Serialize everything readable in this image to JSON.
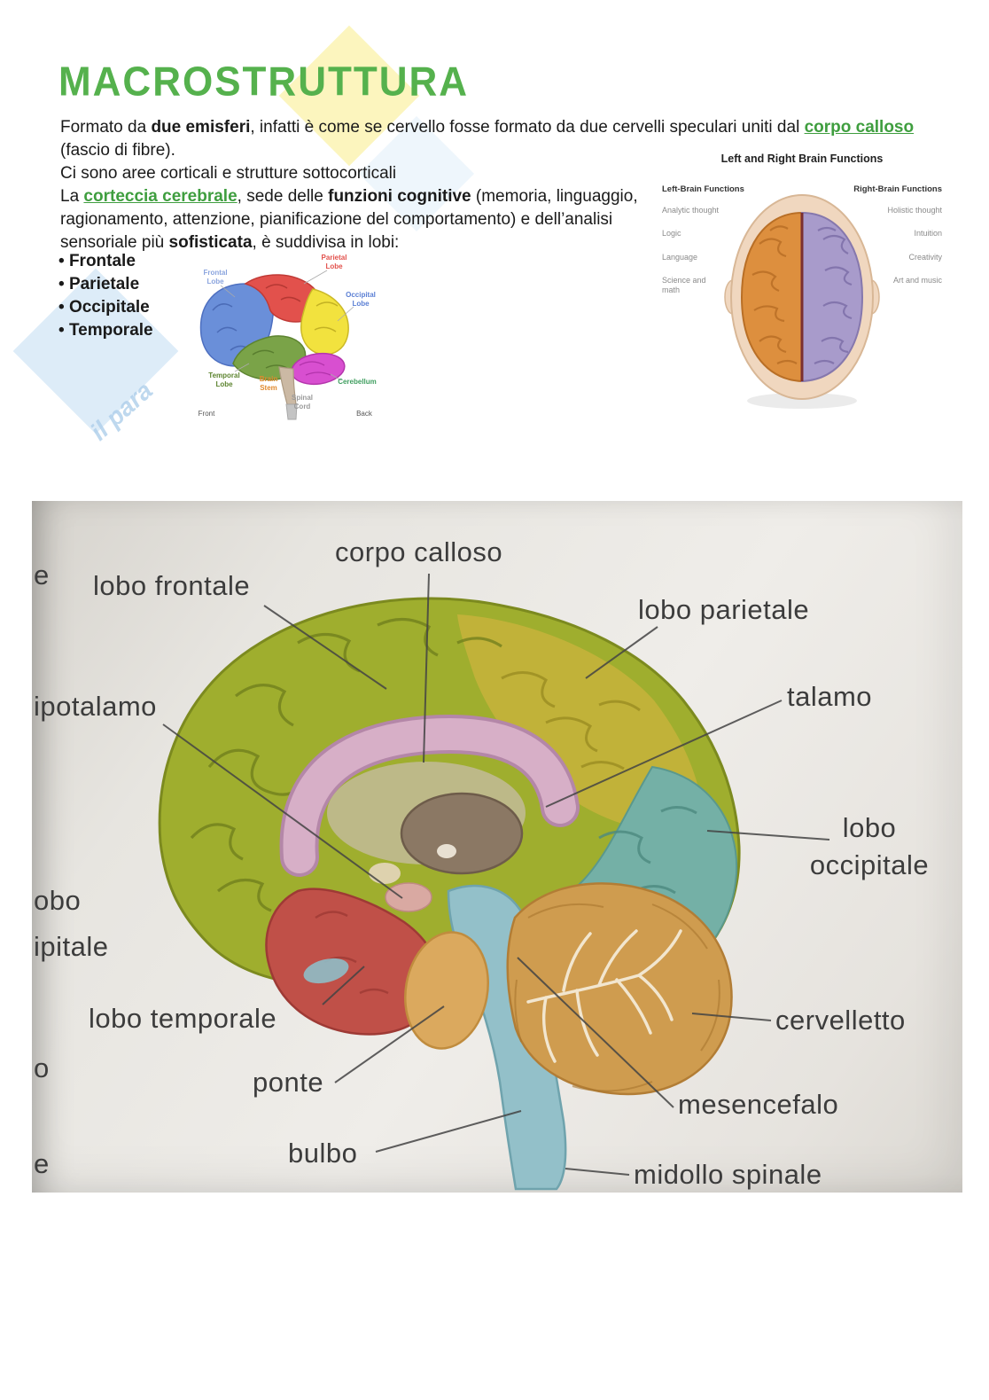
{
  "header": {
    "title": "MACROSTRUTTURA"
  },
  "watermark": {
    "diagonal_text": "il para"
  },
  "colors": {
    "title_green": "#55b14d",
    "link_green": "#3f9e3f",
    "lobe_frontal": "#6a8fd9",
    "lobe_parietal": "#e2514c",
    "lobe_occipital": "#f2e23e",
    "lobe_temporal": "#7aa348",
    "cerebellum_pink": "#d84fd0",
    "left_hemisphere_orange": "#dd8f3e",
    "right_hemisphere_purple": "#a89bcb"
  },
  "intro": {
    "p1_r1": "Formato da ",
    "p1_b1": "due emisferi",
    "p1_r2": ", infatti è come se cervello fosse formato da due cervelli speculari uniti dal ",
    "p1_link": "corpo calloso",
    "p1_r3": "(fascio di fibre).",
    "p2": "Ci sono aree corticali e strutture sottocorticali",
    "p3_r1": "La ",
    "p3_link": "corteccia cerebrale",
    "p3_r2": ", sede delle ",
    "p3_b1": "funzioni cognitive",
    "p3_r3a": " (memoria, linguaggio,",
    "p3_r3b": "ragionamento, attenzione, pianificazione del comportamento) e dell’analisi",
    "p3_r3c": "sensoriale più ",
    "p3_b2": "sofisticata",
    "p3_r4": ", è suddivisa in lobi:"
  },
  "lobes": [
    "Frontale",
    "Parietale",
    "Occipitale",
    "Temporale"
  ],
  "diagram_lobes": {
    "labels": {
      "frontal_l1": "Frontal",
      "frontal_l2": "Lobe",
      "parietal_l1": "Parietal",
      "parietal_l2": "Lobe",
      "occipital_l1": "Occipital",
      "occipital_l2": "Lobe",
      "temporal_l1": "Temporal",
      "temporal_l2": "Lobe",
      "brainstem_l1": "Brain",
      "brainstem_l2": "Stem",
      "cerebellum": "Cerebellum",
      "spinal_l1": "Spinal",
      "spinal_l2": "Cord",
      "front": "Front",
      "back": "Back"
    }
  },
  "diagram_functions": {
    "title": "Left and Right Brain Functions",
    "left_header": "Left-Brain Functions",
    "right_header": "Right-Brain Functions",
    "left_items": [
      "Analytic thought",
      "Logic",
      "Language",
      "Science and math"
    ],
    "right_items": [
      "Holistic thought",
      "Intuition",
      "Creativity",
      "Art and music"
    ]
  },
  "figure": {
    "labels": {
      "corpo_calloso": "corpo calloso",
      "lobo_frontale": "lobo frontale",
      "lobo_parietale": "lobo parietale",
      "talamo": "talamo",
      "ipotalamo": "ipotalamo",
      "lobo_occipitale_l1": "lobo",
      "lobo_occipitale_l2": "occipitale",
      "lobo_temporale": "lobo temporale",
      "cervelletto": "cervelletto",
      "ponte": "ponte",
      "mesencefalo": "mesencefalo",
      "bulbo": "bulbo",
      "midollo_spinale": "midollo spinale",
      "cut_left_top": "e",
      "cut_left_obo": "obo",
      "cut_left_ipitale": "ipitale",
      "cut_left_o": "o",
      "cut_left_e": "e"
    }
  }
}
